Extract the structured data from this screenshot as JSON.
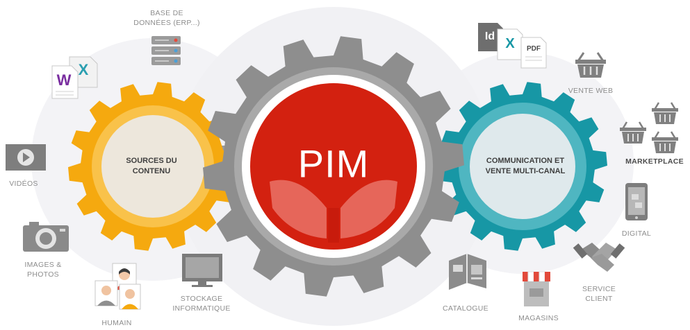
{
  "colors": {
    "orange": "#f5a90f",
    "teal": "#1797a5",
    "red": "#d32110",
    "gear_gray": "#8e8e8e",
    "icon_gray": "#8a8a8a"
  },
  "center": {
    "title": "PIM"
  },
  "left_hub": {
    "label": "SOURCES DU\nCONTENU"
  },
  "right_hub": {
    "label": "COMMUNICATION ET\nVENTE MULTI-CANAL"
  },
  "sources": [
    {
      "icon": "database-server-icon",
      "label": "BASE DE\nDONNÉES (ERP...)"
    },
    {
      "icon": "word-excel-files-icon",
      "label": ""
    },
    {
      "icon": "video-play-icon",
      "label": "VIDÉOS"
    },
    {
      "icon": "camera-icon",
      "label": "IMAGES &\nPHOTOS"
    },
    {
      "icon": "people-portraits-icon",
      "label": "HUMAIN"
    },
    {
      "icon": "computer-monitor-icon",
      "label": "STOCKAGE\nINFORMATIQUE"
    }
  ],
  "outputs": [
    {
      "icon": "indesign-excel-pdf-files-icon",
      "label": ""
    },
    {
      "icon": "shopping-basket-icon",
      "label": "VENTE WEB"
    },
    {
      "icon": "shopping-baskets-icon",
      "label": "MARKETPLACE"
    },
    {
      "icon": "tablet-icon",
      "label": "DIGITAL"
    },
    {
      "icon": "handshake-icon",
      "label": "SERVICE\nCLIENT"
    },
    {
      "icon": "store-awning-icon",
      "label": "MAGASINS"
    },
    {
      "icon": "catalogue-icon",
      "label": "CATALOGUE"
    }
  ],
  "file_badges": {
    "word": "W",
    "excel": "X",
    "indesign": "Id",
    "pdf": "PDF"
  }
}
